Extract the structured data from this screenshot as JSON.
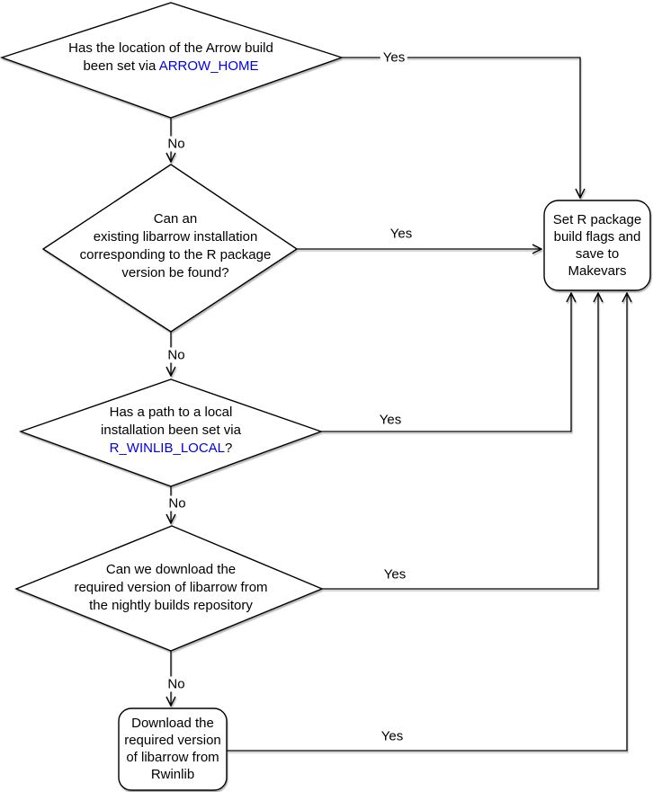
{
  "diagram": {
    "labels": {
      "yes": "Yes",
      "no": "No"
    },
    "colors": {
      "stroke": "#000000",
      "text": "#000000",
      "highlight_blue": "#0000EE",
      "shape_fill": "#ffffff",
      "background": "#ffffff"
    },
    "nodes": {
      "arrow_home": {
        "line1": "Has the location of the Arrow build",
        "line2_prefix": "been set via ",
        "line2_highlight": "ARROW_HOME"
      },
      "existing_libarrow": {
        "lines": [
          "Can an",
          "existing libarrow installation",
          "corresponding to the R package",
          "version be found?"
        ]
      },
      "winlib_local": {
        "line1": "Has a path to a local",
        "line2": "installation been set via",
        "line3_highlight": "R_WINLIB_LOCAL",
        "line3_suffix": "?"
      },
      "nightly_builds": {
        "lines": [
          "Can we download the",
          "required version of libarrow from",
          "the nightly builds repository"
        ]
      },
      "set_makevars": {
        "lines": [
          "Set R package",
          "build flags and",
          "save to",
          "Makevars"
        ]
      },
      "download_rwinlib": {
        "lines": [
          "Download the",
          "required version",
          "of libarrow from",
          "Rwinlib"
        ]
      }
    }
  }
}
